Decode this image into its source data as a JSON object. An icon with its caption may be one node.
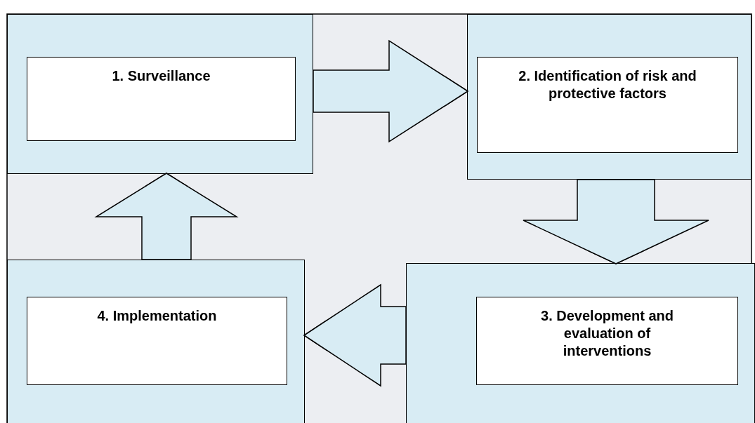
{
  "diagram": {
    "nodes": [
      {
        "text": [],
        "shape": "box"
      },
      {
        "text": [
          "1. Surveillance"
        ],
        "in": 0
      },
      {
        "text": [],
        "shape": "box"
      },
      {
        "text": [
          "2. Identification of risk and protective factors"
        ],
        "in": 2
      },
      {
        "text": [],
        "shape": "box"
      },
      {
        "text": [
          "3. Development and evaluation of interventions"
        ],
        "in": 4
      },
      {
        "text": [],
        "shape": "box"
      },
      {
        "text": [
          "4. Implementation"
        ],
        "in": 6
      }
    ],
    "edges": [
      {
        "from": 0,
        "to": 2,
        "arrow": "to"
      },
      {
        "from": 2,
        "to": 4,
        "arrow": "to"
      },
      {
        "from": 4,
        "to": 6,
        "arrow": "to"
      },
      {
        "from": 6,
        "to": 0,
        "arrow": "to"
      }
    ]
  }
}
